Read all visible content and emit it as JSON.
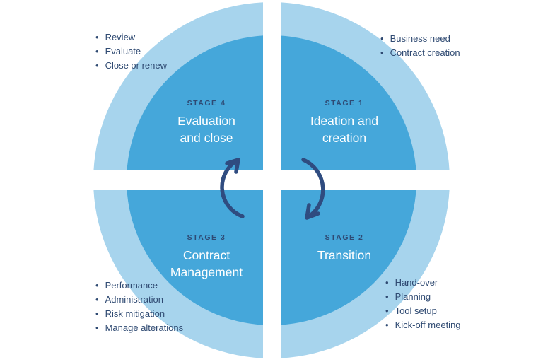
{
  "colors": {
    "ring": "#A7D4ED",
    "quadrant": "#45A7DA",
    "divider": "#FFFFFF",
    "arrow": "#2F4C80",
    "text_navy": "#2F4A72",
    "stage_title": "#FFFFFF"
  },
  "stages": [
    {
      "label": "STAGE 1",
      "title_lines": [
        "Ideation and",
        "creation"
      ],
      "bullets": [
        "Business need",
        "Contract creation"
      ],
      "position": "top-right"
    },
    {
      "label": "STAGE 2",
      "title_lines": [
        "Transition"
      ],
      "bullets": [
        "Hand-over",
        "Planning",
        "Tool setup",
        "Kick-off meeting"
      ],
      "position": "bottom-right"
    },
    {
      "label": "STAGE 3",
      "title_lines": [
        "Contract",
        "Management"
      ],
      "bullets": [
        "Performance",
        "Administration",
        "Risk mitigation",
        "Manage alterations"
      ],
      "position": "bottom-left"
    },
    {
      "label": "STAGE 4",
      "title_lines": [
        "Evaluation",
        "and close"
      ],
      "bullets": [
        "Review",
        "Evaluate",
        "Close or renew"
      ],
      "position": "top-left"
    }
  ],
  "icons": {
    "left_arrow": "curved-arrow-up-clockwise-icon",
    "right_arrow": "curved-arrow-down-clockwise-icon"
  }
}
